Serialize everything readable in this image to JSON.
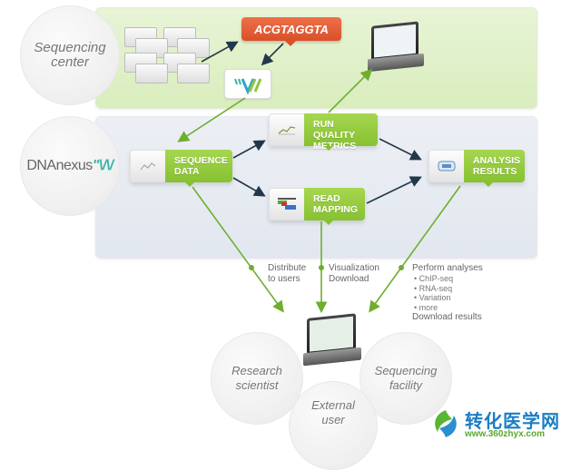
{
  "diagram": {
    "actors": {
      "sequencing_center": "Sequencing center",
      "dnanexus": {
        "text": "DNAnexus",
        "mark": "\"\\/\\/"
      },
      "research_scientist": "Research scientist",
      "sequencing_facility": "Sequencing facility",
      "external_user": "External user"
    },
    "sequence_bubble": "ACGTAGGTA",
    "steps": {
      "sequence_data": [
        "SEQUENCE",
        "DATA"
      ],
      "run_quality_metrics": [
        "RUN QUALITY",
        "METRICS"
      ],
      "read_mapping": [
        "READ",
        "MAPPING"
      ],
      "analysis_results": [
        "ANALYSIS",
        "RESULTS"
      ]
    },
    "annotations": {
      "distribute": [
        "Distribute",
        "to users"
      ],
      "visualization": [
        "Visualization",
        "Download"
      ],
      "perform": {
        "title": "Perform analyses",
        "items": [
          "• ChIP-seq",
          "• RNA-seq",
          "• Variation",
          "• more"
        ],
        "footer": "Download results"
      }
    },
    "colors": {
      "step_green": "#87c131",
      "bubble_orange": "#d9502a",
      "arrow_dark": "#22384a",
      "arrow_green": "#6fae2f"
    }
  },
  "watermark": {
    "title": "转化医学网",
    "url": "www.360zhyx.com"
  }
}
